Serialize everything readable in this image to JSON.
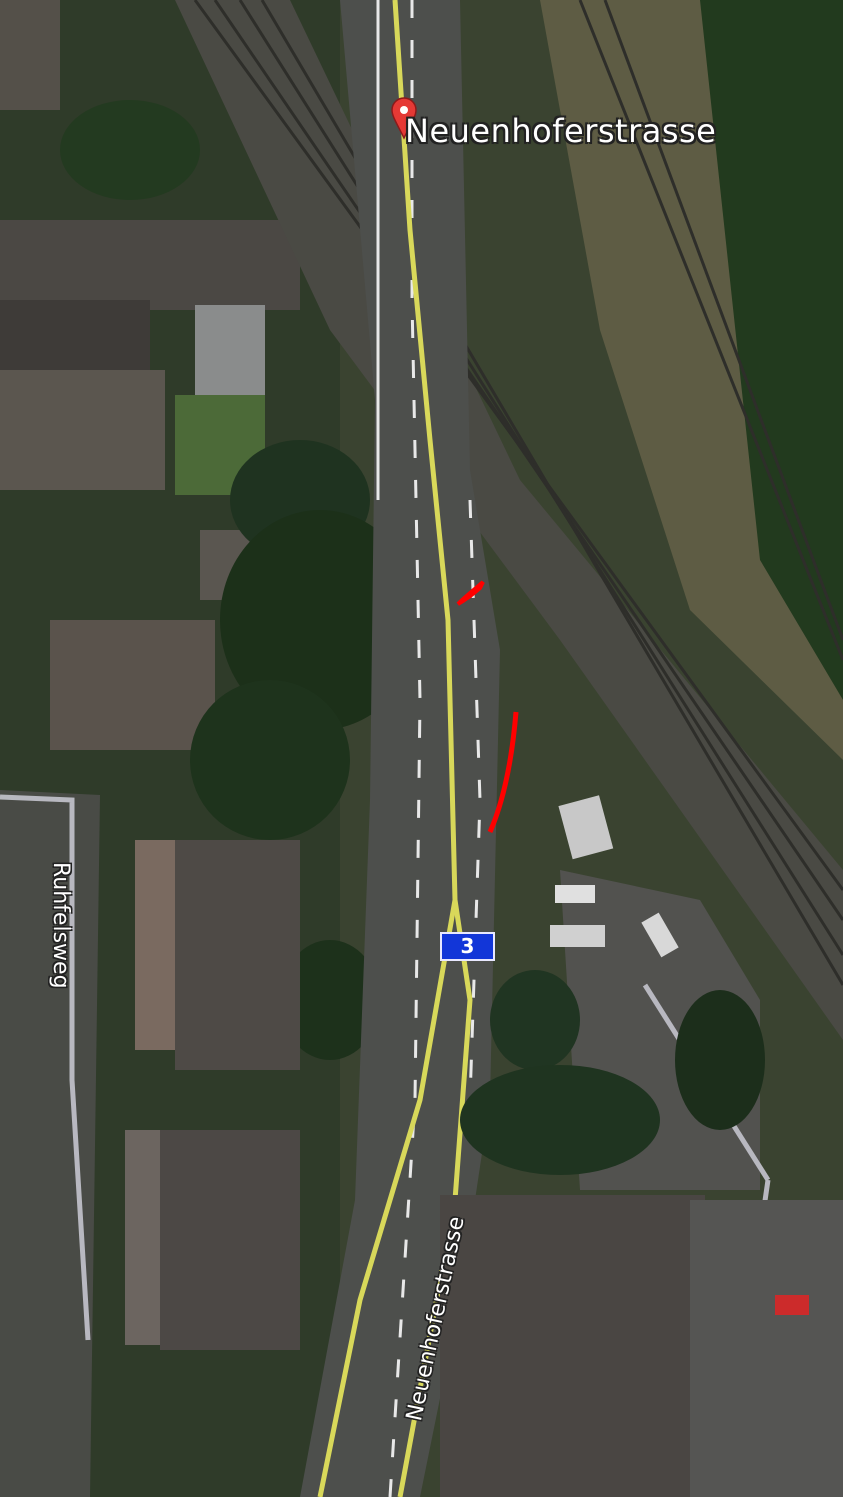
{
  "map": {
    "type": "satellite",
    "pin": {
      "label": "Neuenhoferstrasse",
      "icon": "map-pin-icon",
      "color": "#e53935"
    },
    "street_labels": [
      "Ruhfelsweg",
      "Neuenhoferstrasse"
    ],
    "route_shield": {
      "number": "3",
      "color": "#1236d8"
    },
    "annotation_color": "#ff0000",
    "highlight_color": "#d8d85a"
  }
}
